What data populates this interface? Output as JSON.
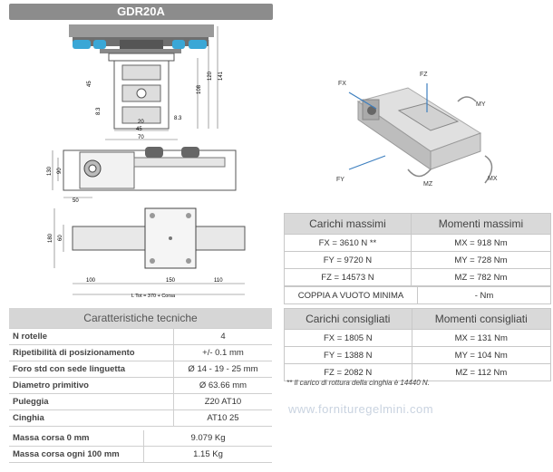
{
  "title": "GDR20A",
  "drawings": {
    "section": {
      "dims": [
        "120",
        "141",
        "108",
        "45",
        "8.3",
        "20",
        "45",
        "70",
        "8.3"
      ]
    },
    "side": {
      "dims": [
        "130",
        "90",
        "50"
      ]
    },
    "top": {
      "dims": [
        "180",
        "60",
        "100",
        "150",
        "110",
        "L Tot = 370 + Corsa"
      ]
    }
  },
  "iso_labels": {
    "fx": "FX",
    "fz": "FZ",
    "my": "MY",
    "fy": "FY",
    "mz": "MZ",
    "mx": "MX"
  },
  "specs": {
    "header": "Caratteristiche tecniche",
    "rows": [
      {
        "label": "N rotelle",
        "value": "4"
      },
      {
        "label": "Ripetibilità di posizionamento",
        "value": "+/- 0.1 mm"
      },
      {
        "label": "Foro std con sede linguetta",
        "value": "Ø 14 - 19 - 25 mm"
      },
      {
        "label": "Diametro primitivo",
        "value": "Ø 63.66 mm"
      },
      {
        "label": "Puleggia",
        "value": "Z20 AT10"
      },
      {
        "label": "Cinghia",
        "value": "AT10 25"
      }
    ],
    "mass_rows": [
      {
        "label": "Massa corsa 0 mm",
        "value": "9.079 Kg"
      },
      {
        "label": "Massa corsa ogni 100 mm",
        "value": "1.15 Kg"
      }
    ]
  },
  "loads_max": {
    "headers": [
      "Carichi massimi",
      "Momenti massimi"
    ],
    "rows": [
      [
        "FX = 3610 N **",
        "MX = 918 Nm"
      ],
      [
        "FY = 9720 N",
        "MY = 728 Nm"
      ],
      [
        "FZ = 14573 N",
        "MZ = 782 Nm"
      ]
    ]
  },
  "torque": {
    "label": "COPPIA A VUOTO MINIMA",
    "value": "- Nm"
  },
  "loads_recommended": {
    "headers": [
      "Carichi consigliati",
      "Momenti consigliati"
    ],
    "rows": [
      [
        "FX = 1805 N",
        "MX = 131 Nm"
      ],
      [
        "FY = 1388 N",
        "MY = 104 Nm"
      ],
      [
        "FZ = 2082 N",
        "MZ = 112 Nm"
      ]
    ]
  },
  "note": "** Il carico di rottura della cinghia è 14440 N.",
  "website": "www.fornituregelmini.com"
}
